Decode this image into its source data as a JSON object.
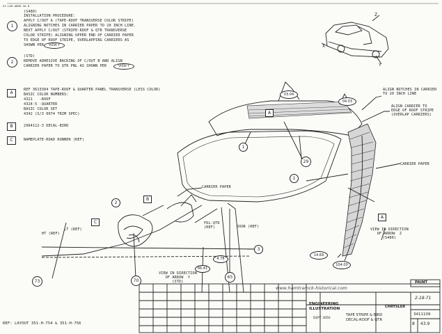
{
  "corner_code": "SI-LAR-ADDR-3A-8",
  "note_1": {
    "num": "1",
    "lines": [
      "(S480)",
      "INSTALLATION PROCEDURE:",
      "APPLY C/OUT A (TAPE-ROOF TRANSVERSE COLOR STRIPE)",
      "ALIGNING NOTCHES IN CARRIER PAPER TO 20 INCH LINE.",
      "NEXT APPLY C/OUT (STRIPE-ROOF & QTR TRANSVERSE",
      "COLOR STRIPE) ALIGNING UPPER END OF CARRIER PAPER",
      "TO EDGE OF ROOF STRIPE, OVERLAPPING CARRIERS AS",
      "SHOWN PER"
    ],
    "view": "VIEW Y"
  },
  "note_2": {
    "num": "2",
    "lines": [
      "(STD)",
      "REMOVE ADHESIVE BACKING OF C/OUT B AND ALIGN",
      "CARRIER PAPER TO QTR PNL AS SHOWN PER"
    ],
    "view": "VIEW Y"
  },
  "items": [
    {
      "key": "A",
      "lines": [
        "REF 3613304 TAPE-ROOF & QUARTER PANEL TRANSVERSE (LESS COLOR)",
        "BASIC COLOR NUMBERS:",
        "4321   -ROOF",
        "4324-5 -QUARTER",
        "BASIC COLOR SET",
        "4342 (S/3 0074 TRIM SPEC)"
      ]
    },
    {
      "key": "B",
      "lines": [
        "2964112-3 DECAL-BIRD"
      ]
    },
    {
      "key": "C",
      "lines": [
        "NAMEPLATE-ROAD RUNNER (REF)"
      ]
    }
  ],
  "callouts": {
    "dim_a": "03.04",
    "dim_b": "04.03",
    "dim_c": "14.69",
    "dim_d": "104.00",
    "dim_e": "4.78",
    "dim_f": "66.41",
    "circle_29": "29",
    "circle_73": "73",
    "circle_70": "70",
    "circle_65": "65",
    "letter_a": "A",
    "letter_b": "B",
    "letter_c": "C",
    "num_1": "1",
    "num_2": "2",
    "num_3": "3",
    "letter_x": "X",
    "letter_y": "Y",
    "letter_z": "Z"
  },
  "labels": {
    "align_notches": "ALIGN NOTCHES IN CARRIER\nTO 20 INCH LINE",
    "align_carrier": "ALIGN CARRIER TO\nEDGE OF ROOF STRIPE\n(OVERLAP CARRIERS)",
    "carrier_paper_right": "CARRIER PAPER",
    "carrier_paper_left": "CARRIER PAPER",
    "view_z": "VIEW IN DIRECTION\nOF ARROW  Z\n(S480)",
    "view_y": "VIEW IN DIRECTION\nOF ARROW  Y\n(STD)",
    "ht_ref": "HT (REF)",
    "lt_ref": "LT (REF)",
    "fdl_qtr": "FDL-QTR\n(REF)",
    "door_ref": "DOOR (REF)"
  },
  "footer": {
    "ref": "REF: LAYOUT 351-H-754 & 351-H-756",
    "paint": "PAINT",
    "watermark": "www.hamtramck-historical.com",
    "eng": "ENGINEERING\nILLUSTRATION",
    "dept": "DEPT 3050",
    "title": "TAPE STRIPE & BIRD\nDECAL-ROOF & QTR",
    "company": "CHRYSLER",
    "date": "2-18-71",
    "dwg_no": "3411109",
    "sheet_no": "8",
    "page": "43.9"
  }
}
